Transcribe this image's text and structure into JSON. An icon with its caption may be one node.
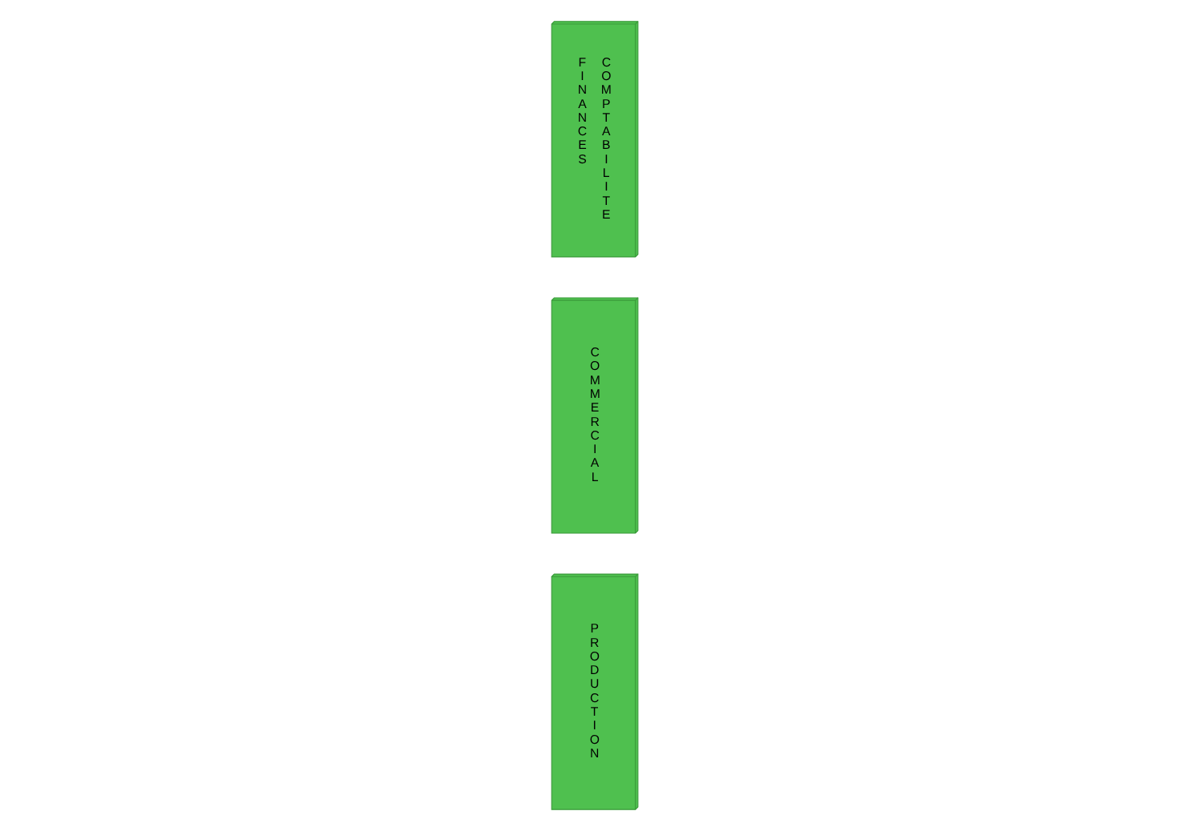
{
  "diagram": {
    "nodes": [
      {
        "text": [
          "PRODUCTION"
        ]
      },
      {
        "text": [
          "COMMERCIAL"
        ]
      },
      {
        "text": [
          "FINANCES",
          "COMPTABILITE"
        ]
      }
    ],
    "edges": []
  }
}
